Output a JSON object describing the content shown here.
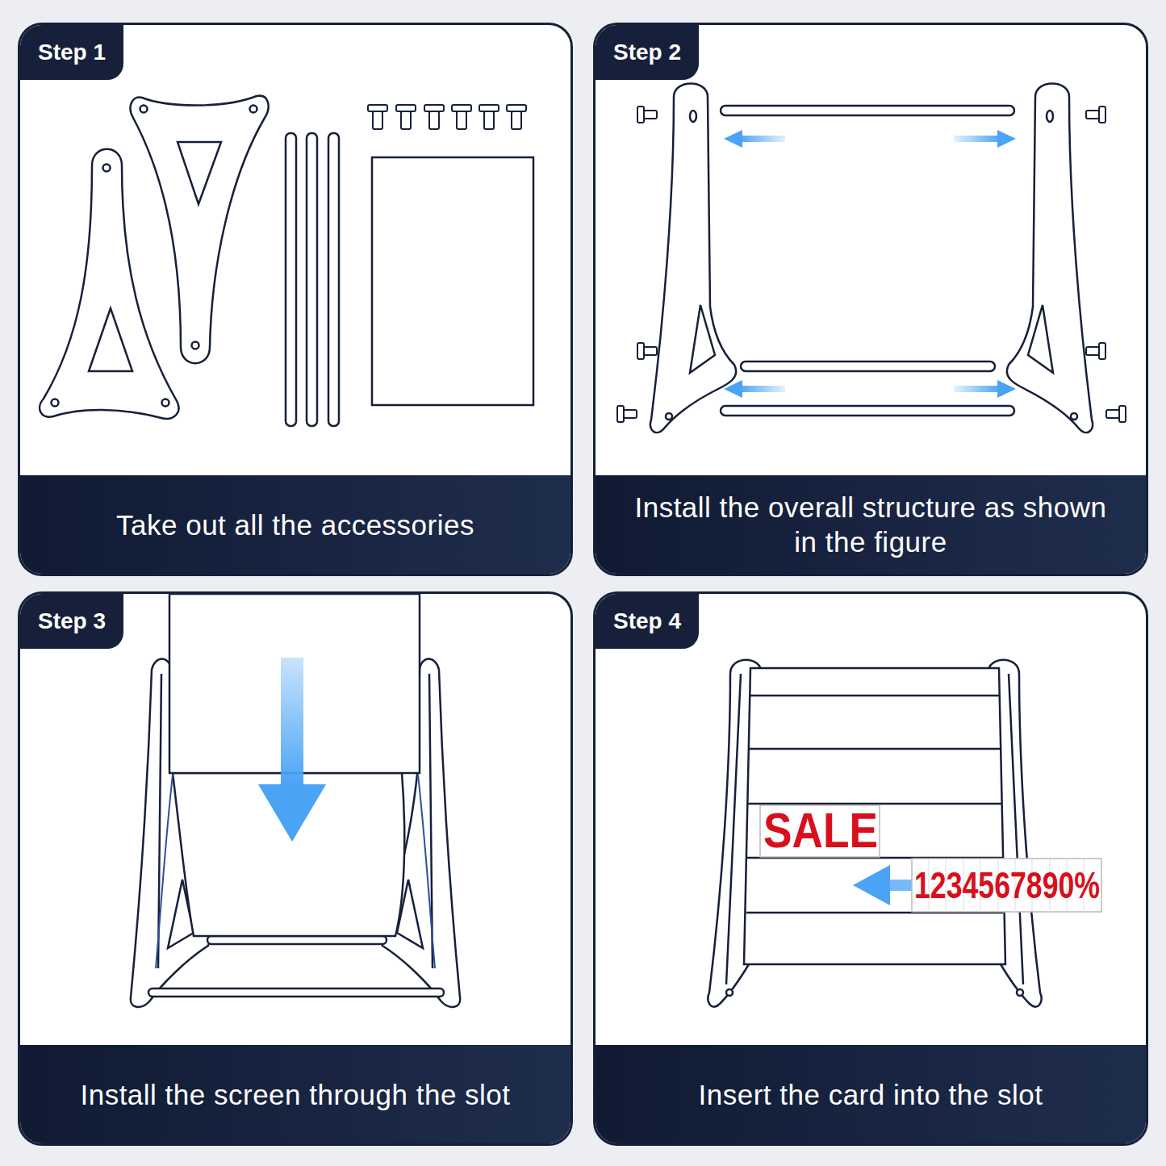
{
  "diagram": {
    "nodes": [
      {
        "text": [
          "Step 1",
          "Take out all the accessories"
        ]
      },
      {
        "text": [
          "Step 2",
          "Install the overall structure as shown in the figure"
        ]
      },
      {
        "text": [
          "Step 3",
          "Install the screen through the slot"
        ]
      },
      {
        "text": [
          "Step 4",
          "Insert the card into the slot"
        ]
      }
    ],
    "labels": [
      "SALE",
      "1234567890%"
    ]
  }
}
